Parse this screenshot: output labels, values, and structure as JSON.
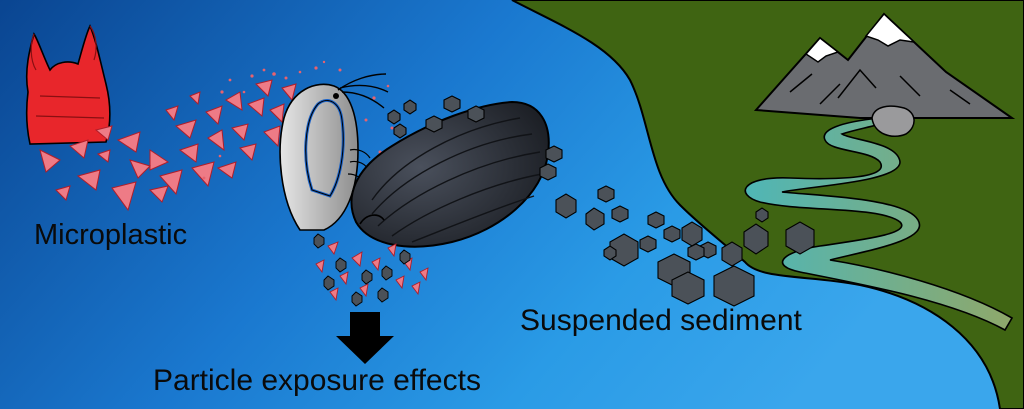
{
  "labels": {
    "microplastic": "Microplastic",
    "suspended_sediment": "Suspended sediment",
    "particle_exposure_effects": "Particle exposure effects"
  },
  "colors": {
    "land": "#3f6412",
    "water_deep": "#0b4a96",
    "water_shallow": "#2a9be6",
    "plastic_bag": "#e8262b",
    "microplastic_fragment": "#ee7b86",
    "sediment": "#4b5158",
    "mussel": "#2b2f37",
    "mountain": "#6a6c70",
    "snow": "#ffffff",
    "river": "#7aa36a",
    "arrow": "#000000"
  },
  "icons": [
    "plastic-bag-icon",
    "zooplankton-icon",
    "mussel-icon",
    "mountain-icon",
    "river-icon",
    "down-arrow-icon"
  ]
}
